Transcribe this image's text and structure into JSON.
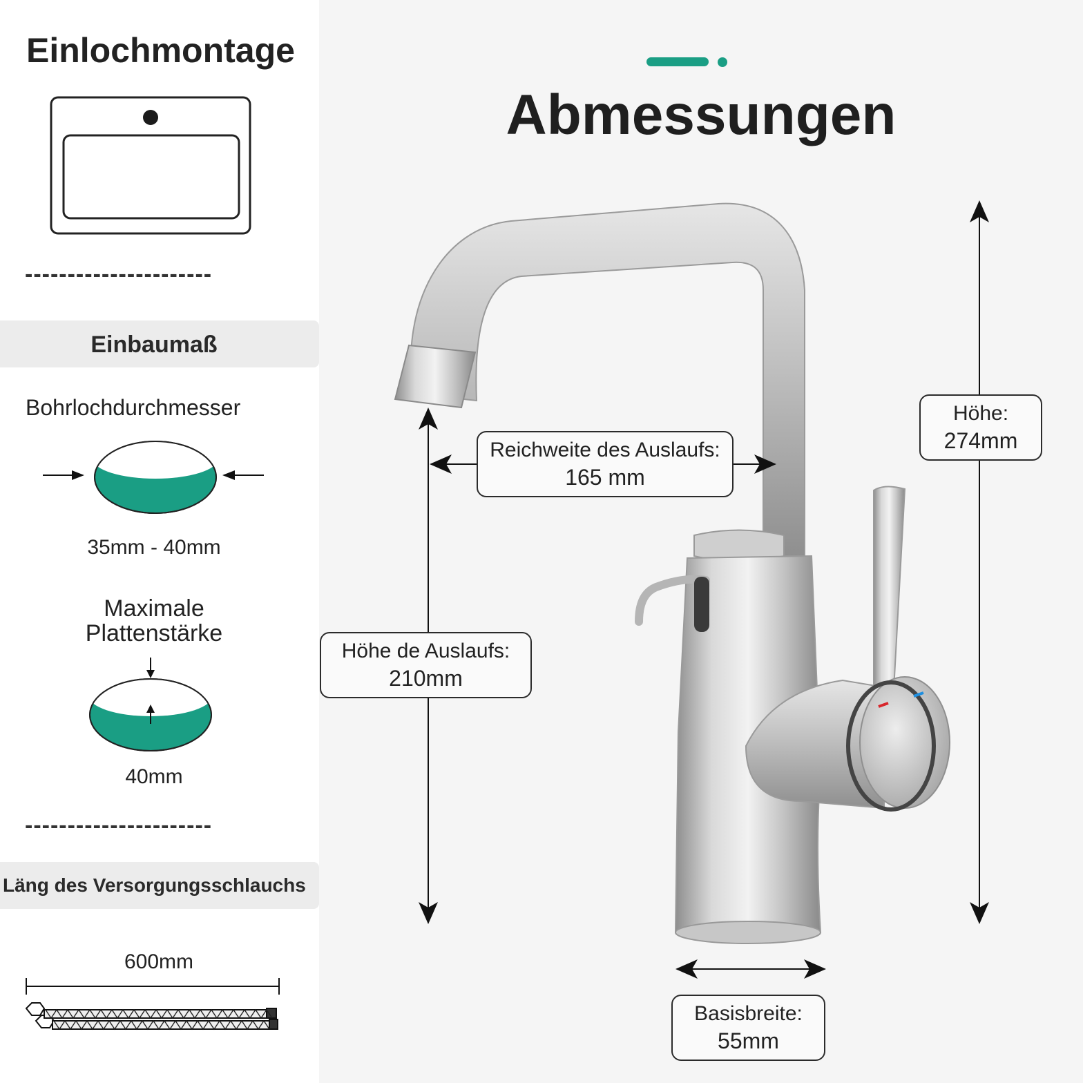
{
  "left": {
    "mount_title": "Einlochmontage",
    "separator": "----------------------",
    "install_title": "Einbaumaß",
    "hole_diameter_label": "Bohrlochdurchmesser",
    "hole_diameter_value": "35mm - 40mm",
    "thickness_label_line1": "Maximale",
    "thickness_label_line2": "Plattenstärke",
    "thickness_value": "40mm",
    "hose_title": "Läng des Versorgungsschlauchs",
    "hose_value": "600mm"
  },
  "main": {
    "title": "Abmessungen"
  },
  "callouts": {
    "reach_label": "Reichweite des Auslaufs:",
    "reach_value": "165 mm",
    "height_label": "Höhe:",
    "height_value": "274mm",
    "spout_height_label": "Höhe de Auslaufs:",
    "spout_height_value": "210mm",
    "base_label": "Basisbreite:",
    "base_value": "55mm"
  },
  "colors": {
    "accent_teal": "#1a9e84",
    "hot_mark": "#d8262c",
    "cold_mark": "#1f8fe0",
    "metal": "#bdbdbd"
  }
}
